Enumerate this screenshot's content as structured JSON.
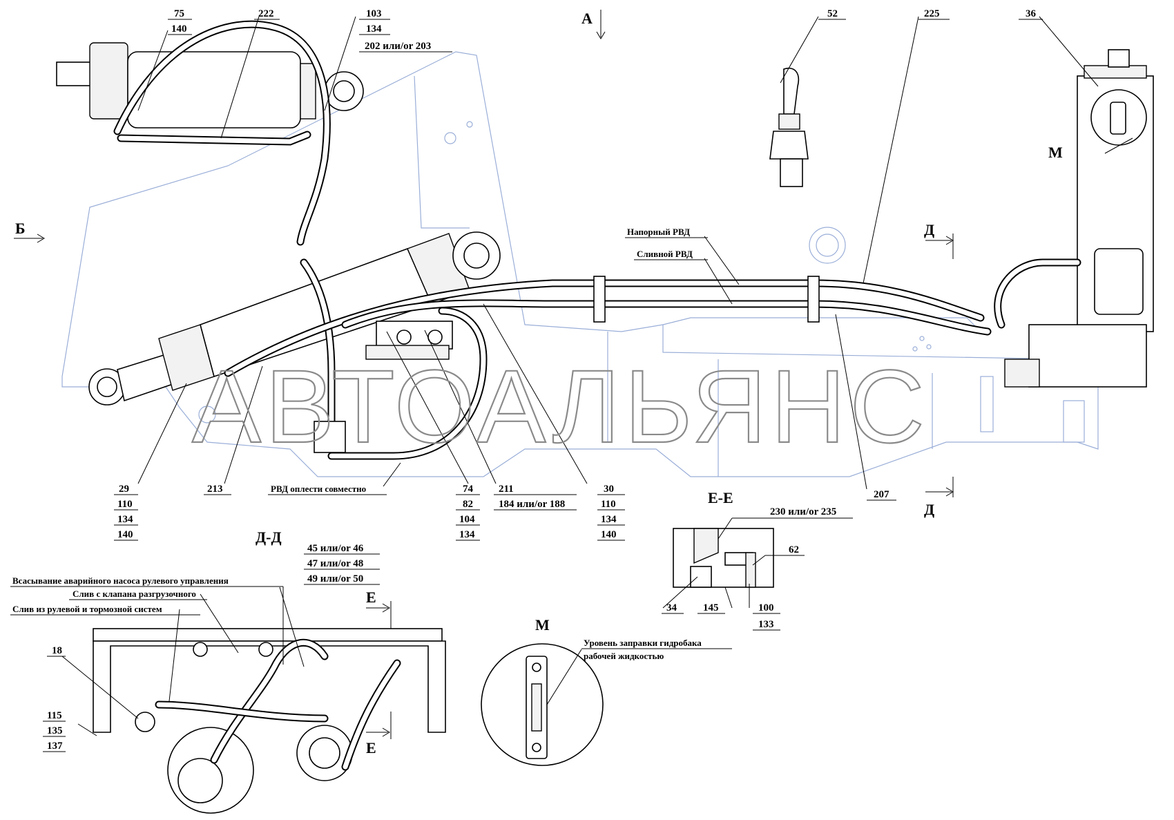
{
  "watermark": "АВТОАЛЬЯНС",
  "views": {
    "a": "А",
    "b": "Б",
    "d1": "Д",
    "d2": "Д",
    "dd": "Д-Д",
    "ee": "Е-Е",
    "e1": "Е",
    "e2": "Е",
    "m_main": "М",
    "m_detail": "М"
  },
  "callouts": {
    "c75": "75",
    "c140a": "140",
    "c222": "222",
    "c103": "103",
    "c134a": "134",
    "c202": "202 или/or 203",
    "c52": "52",
    "c225": "225",
    "c36": "36",
    "c29": "29",
    "c110a": "110",
    "c134b": "134",
    "c140b": "140",
    "c213": "213",
    "c74": "74",
    "c82": "82",
    "c104": "104",
    "c134c": "134",
    "c211": "211",
    "c184": "184 или/or 188",
    "c30": "30",
    "c110b": "110",
    "c134d": "134",
    "c140c": "140",
    "c207": "207",
    "c230": "230 или/or 235",
    "c62": "62",
    "c34": "34",
    "c145": "145",
    "c100": "100",
    "c133": "133",
    "c45": "45 или/or 46",
    "c47": "47 или/or 48",
    "c49": "49 или/or 50",
    "c18": "18",
    "c115": "115",
    "c135": "135",
    "c137": "137"
  },
  "notes": {
    "pressure_hose": "Напорный РВД",
    "drain_hose": "Сливной РВД",
    "braid": "РВД оплести совместно",
    "emergency_suction": "Всасывание аварийного насоса рулевого управления",
    "unloading_drain": "Слив с клапана разгрузочного",
    "steering_drain": "Слив из рулевой и тормозной систем",
    "fill_level_1": "Уровень заправки гидробака",
    "fill_level_2": "рабочей жидкостью"
  }
}
